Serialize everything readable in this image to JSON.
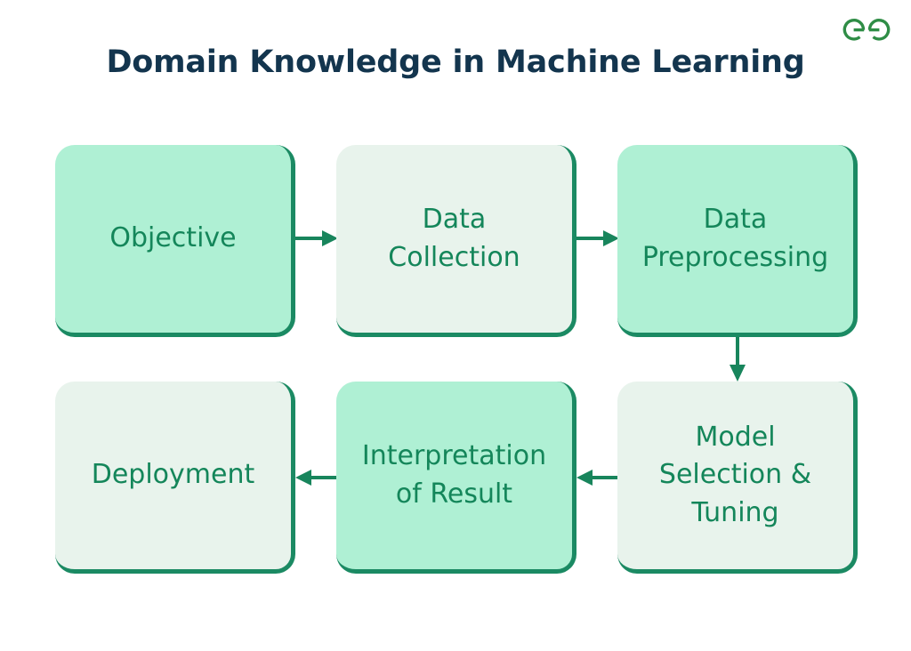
{
  "page": {
    "background_color": "#FFFFFF",
    "title": "Domain Knowledge in Machine Learning",
    "title_color": "#13354E"
  },
  "logo": {
    "name": "geeksforgeeks-logo",
    "alt": "GeeksforGeeks",
    "color": "#2F8D46"
  },
  "palette": {
    "box_fill_dark": "#AFF0D4",
    "box_fill_light": "#E8F3EC",
    "box_edge": "#1B8A63",
    "box_text": "#14865A",
    "arrow": "#18855C"
  },
  "chart_data": {
    "type": "diagram",
    "title": "Domain Knowledge in Machine Learning",
    "layout": "two-row serpentine flowchart",
    "nodes": [
      {
        "id": "objective",
        "label": "Objective",
        "row": 1,
        "col": 1,
        "fill": "dark"
      },
      {
        "id": "data-collection",
        "label": "Data\nCollection",
        "row": 1,
        "col": 2,
        "fill": "light"
      },
      {
        "id": "data-preprocessing",
        "label": "Data\nPreprocessing",
        "row": 1,
        "col": 3,
        "fill": "dark"
      },
      {
        "id": "model-selection",
        "label": "Model\nSelection &\nTuning",
        "row": 2,
        "col": 3,
        "fill": "light"
      },
      {
        "id": "interpretation",
        "label": "Interpretation\nof Result",
        "row": 2,
        "col": 2,
        "fill": "dark"
      },
      {
        "id": "deployment",
        "label": "Deployment",
        "row": 2,
        "col": 1,
        "fill": "light"
      }
    ],
    "edges": [
      {
        "from": "objective",
        "to": "data-collection",
        "direction": "right"
      },
      {
        "from": "data-collection",
        "to": "data-preprocessing",
        "direction": "right"
      },
      {
        "from": "data-preprocessing",
        "to": "model-selection",
        "direction": "down"
      },
      {
        "from": "model-selection",
        "to": "interpretation",
        "direction": "left"
      },
      {
        "from": "interpretation",
        "to": "deployment",
        "direction": "left"
      }
    ]
  },
  "boxes": {
    "objective": {
      "label": "Objective"
    },
    "data_collection": {
      "label": "Data\nCollection"
    },
    "data_preprocessing": {
      "label": "Data\nPreprocessing"
    },
    "model_selection": {
      "label": "Model\nSelection &\nTuning"
    },
    "interpretation": {
      "label": "Interpretation\nof Result"
    },
    "deployment": {
      "label": "Deployment"
    }
  }
}
